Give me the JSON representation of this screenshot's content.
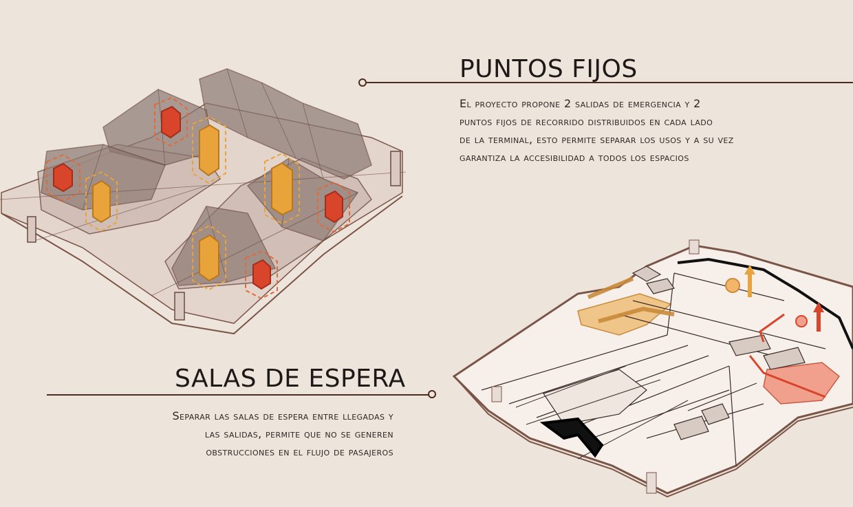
{
  "sections": {
    "puntos_fijos": {
      "title": "PUNTOS FIJOS",
      "lines": [
        "El proyecto propone 2 salidas de emergencia y 2",
        "puntos fijos de recorrido distribuidos en cada lado",
        "de la terminal, esto permite separar los usos y a su vez",
        "garantiza la accesibilidad a todos los espacios"
      ]
    },
    "salas_de_espera": {
      "title": "SALAS DE ESPERA",
      "lines": [
        "Separar las salas de espera entre llegadas y",
        "las salidas, permite que no se generen",
        "obstrucciones en el flujo de pasajeros"
      ]
    }
  },
  "colors": {
    "background": "#ede4dc",
    "rule": "#4b2a1f",
    "emergency_exit": "#d9452b",
    "fixed_point": "#e8a33a",
    "waiting_area": "#f0c58a",
    "waiting_area_alt": "#f0a08c"
  }
}
